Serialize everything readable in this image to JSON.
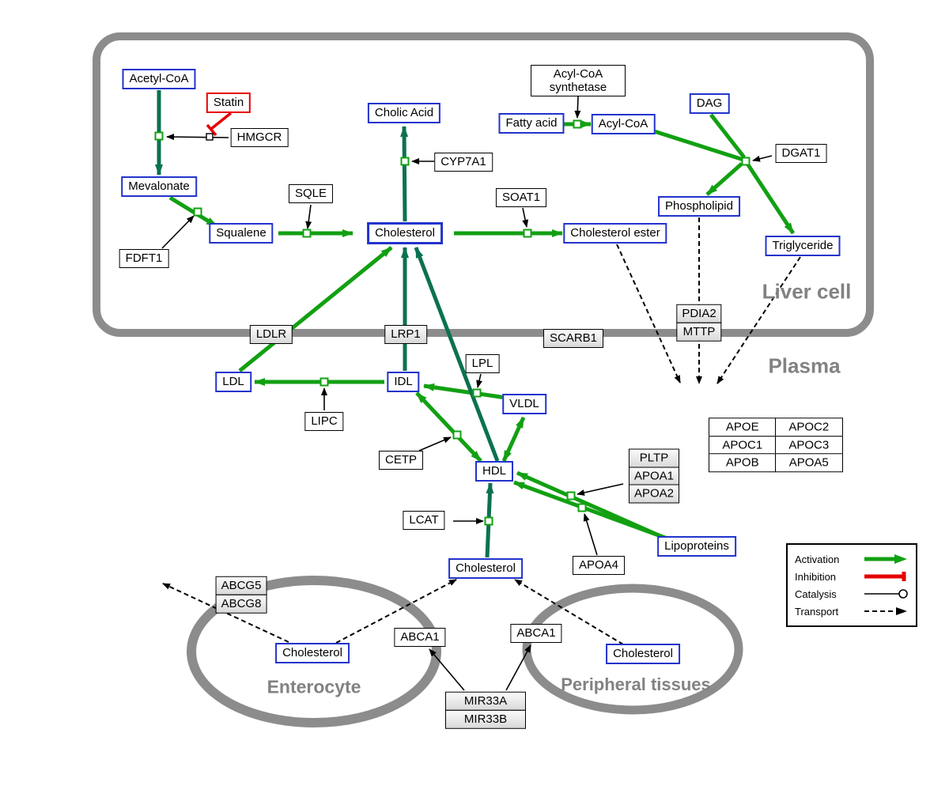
{
  "compartments": {
    "liver": "Liver cell",
    "plasma": "Plasma",
    "enterocyte": "Enterocyte",
    "peripheral": "Peripheral tissues"
  },
  "nodes": {
    "acetyl_coa": {
      "label": "Acetyl-CoA",
      "type": "metabolite"
    },
    "statin": {
      "label": "Statin",
      "type": "drug"
    },
    "hmgcr": {
      "label": "HMGCR",
      "type": "enzyme"
    },
    "mevalonate": {
      "label": "Mevalonate",
      "type": "metabolite"
    },
    "fdft1": {
      "label": "FDFT1",
      "type": "enzyme"
    },
    "squalene": {
      "label": "Squalene",
      "type": "metabolite"
    },
    "sqle": {
      "label": "SQLE",
      "type": "enzyme"
    },
    "cholesterol_liver": {
      "label": "Cholesterol",
      "type": "metabolite"
    },
    "cholic_acid": {
      "label": "Cholic Acid",
      "type": "metabolite"
    },
    "cyp7a1": {
      "label": "CYP7A1",
      "type": "enzyme"
    },
    "soat1": {
      "label": "SOAT1",
      "type": "enzyme"
    },
    "cholesterol_ester": {
      "label": "Cholesterol ester",
      "type": "metabolite"
    },
    "fatty_acid": {
      "label": "Fatty acid",
      "type": "metabolite"
    },
    "acyl_coa_synthetase": {
      "label": "Acyl-CoA synthetase",
      "type": "enzyme"
    },
    "acyl_coa": {
      "label": "Acyl-CoA",
      "type": "metabolite"
    },
    "dag": {
      "label": "DAG",
      "type": "metabolite"
    },
    "dgat1": {
      "label": "DGAT1",
      "type": "enzyme"
    },
    "phospholipid": {
      "label": "Phospholipid",
      "type": "metabolite"
    },
    "triglyceride": {
      "label": "Triglyceride",
      "type": "metabolite"
    },
    "ldlr": {
      "label": "LDLR",
      "type": "receptor"
    },
    "lrp1": {
      "label": "LRP1",
      "type": "receptor"
    },
    "scarb1": {
      "label": "SCARB1",
      "type": "receptor"
    },
    "pdia2": {
      "label": "PDIA2",
      "type": "protein"
    },
    "mttp": {
      "label": "MTTP",
      "type": "protein"
    },
    "ldl": {
      "label": "LDL",
      "type": "metabolite"
    },
    "idl": {
      "label": "IDL",
      "type": "metabolite"
    },
    "lpl": {
      "label": "LPL",
      "type": "enzyme"
    },
    "vldl": {
      "label": "VLDL",
      "type": "metabolite"
    },
    "lipc": {
      "label": "LIPC",
      "type": "enzyme"
    },
    "cetp": {
      "label": "CETP",
      "type": "enzyme"
    },
    "hdl": {
      "label": "HDL",
      "type": "metabolite"
    },
    "lcat": {
      "label": "LCAT",
      "type": "enzyme"
    },
    "pltp": {
      "label": "PLTP",
      "type": "protein"
    },
    "apoa1": {
      "label": "APOA1",
      "type": "protein"
    },
    "apoa2": {
      "label": "APOA2",
      "type": "protein"
    },
    "apoa4": {
      "label": "APOA4",
      "type": "protein"
    },
    "lipoproteins": {
      "label": "Lipoproteins",
      "type": "metabolite"
    },
    "apoe": {
      "label": "APOE",
      "type": "protein"
    },
    "apoc2": {
      "label": "APOC2",
      "type": "protein"
    },
    "apoc1": {
      "label": "APOC1",
      "type": "protein"
    },
    "apoc3": {
      "label": "APOC3",
      "type": "protein"
    },
    "apob": {
      "label": "APOB",
      "type": "protein"
    },
    "apoa5": {
      "label": "APOA5",
      "type": "protein"
    },
    "cholesterol_plasma": {
      "label": "Cholesterol",
      "type": "metabolite"
    },
    "abcg5": {
      "label": "ABCG5",
      "type": "transporter"
    },
    "abcg8": {
      "label": "ABCG8",
      "type": "transporter"
    },
    "cholesterol_enterocyte": {
      "label": "Cholesterol",
      "type": "metabolite"
    },
    "abca1_left": {
      "label": "ABCA1",
      "type": "transporter"
    },
    "abca1_right": {
      "label": "ABCA1",
      "type": "transporter"
    },
    "cholesterol_peripheral": {
      "label": "Cholesterol",
      "type": "metabolite"
    },
    "mir33a": {
      "label": "MIR33A",
      "type": "mirna"
    },
    "mir33b": {
      "label": "MIR33B",
      "type": "mirna"
    }
  },
  "legend": {
    "items": [
      {
        "label": "Activation",
        "type": "activation"
      },
      {
        "label": "Inhibition",
        "type": "inhibition"
      },
      {
        "label": "Catalysis",
        "type": "catalysis"
      },
      {
        "label": "Transport",
        "type": "transport"
      }
    ]
  },
  "colors": {
    "activation_green": "#12a012",
    "activation_dark_green": "#0b7152",
    "inhibition_red": "#e60000",
    "metabolite_blue": "#2233cc",
    "compartment_gray": "#8c8c8c"
  },
  "edges": [
    {
      "type": "conversion",
      "from": "Acetyl-CoA",
      "to": "Mevalonate",
      "catalyst": "HMGCR"
    },
    {
      "type": "inhibition",
      "from": "Statin",
      "to": "HMGCR"
    },
    {
      "type": "conversion",
      "from": "Mevalonate",
      "to": "Squalene",
      "catalyst": "FDFT1"
    },
    {
      "type": "conversion",
      "from": "Squalene",
      "to": "Cholesterol",
      "catalyst": "SQLE"
    },
    {
      "type": "conversion",
      "from": "Cholesterol",
      "to": "Cholic Acid",
      "catalyst": "CYP7A1"
    },
    {
      "type": "conversion",
      "from": "Cholesterol",
      "to": "Cholesterol ester",
      "catalyst": "SOAT1"
    },
    {
      "type": "conversion",
      "from": "Fatty acid",
      "to": "Acyl-CoA",
      "catalyst": "Acyl-CoA synthetase"
    },
    {
      "type": "conversion",
      "from": "Acyl-CoA",
      "to": "Triglyceride",
      "catalyst": "DGAT1"
    },
    {
      "type": "conversion",
      "from": "DAG",
      "to": "Triglyceride",
      "catalyst": "DGAT1"
    },
    {
      "type": "conversion",
      "from": "Acyl-CoA",
      "to": "Phospholipid"
    },
    {
      "type": "activation",
      "from": "LDL",
      "to": "Cholesterol",
      "via": "LDLR"
    },
    {
      "type": "activation",
      "from": "IDL",
      "to": "Cholesterol",
      "via": "LRP1"
    },
    {
      "type": "conversion",
      "from": "IDL",
      "to": "LDL",
      "catalyst": "LIPC"
    },
    {
      "type": "conversion",
      "from": "VLDL",
      "to": "IDL",
      "catalyst": "LPL"
    },
    {
      "type": "activation",
      "from": "HDL",
      "to": "VLDL",
      "bidirectional": true
    },
    {
      "type": "activation",
      "from": "HDL",
      "to": "IDL",
      "catalyst": "CETP",
      "bidirectional": true
    },
    {
      "type": "activation",
      "from": "HDL",
      "to": "Cholesterol"
    },
    {
      "type": "activation",
      "from": "Cholesterol (plasma)",
      "to": "HDL",
      "catalyst": "LCAT"
    },
    {
      "type": "activation",
      "from": "Lipoproteins",
      "to": "HDL",
      "catalyst": "PLTP/APOA1/APOA2"
    },
    {
      "type": "activation",
      "from": "Lipoproteins",
      "to": "HDL",
      "catalyst": "APOA4"
    },
    {
      "type": "transport",
      "from": "Cholesterol ester",
      "to": "Plasma"
    },
    {
      "type": "transport",
      "from": "Phospholipid",
      "to": "Plasma",
      "via": "PDIA2/MTTP"
    },
    {
      "type": "transport",
      "from": "Triglyceride",
      "to": "Plasma"
    },
    {
      "type": "transport",
      "from": "Cholesterol (enterocyte)",
      "via": "ABCG5/ABCG8"
    },
    {
      "type": "transport",
      "from": "Cholesterol (enterocyte)",
      "to": "Cholesterol (plasma)",
      "via": "ABCA1"
    },
    {
      "type": "transport",
      "from": "Cholesterol (peripheral)",
      "to": "Cholesterol (plasma)",
      "via": "ABCA1"
    },
    {
      "type": "catalysis",
      "from": "MIR33A/MIR33B",
      "to": "ABCA1"
    }
  ]
}
